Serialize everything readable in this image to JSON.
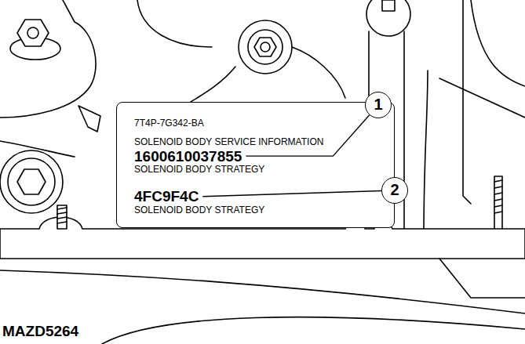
{
  "diagram": {
    "nodes": [
      {
        "text": [
          "7T4P-7G342-BA",
          "SOLENOID BODY SERVICE INFORMATION",
          "1600610037855",
          "SOLENOID BODY STRATEGY",
          "4FC9F4C",
          "SOLENOID BODY STRATEGY"
        ]
      }
    ],
    "labels": [
      "1",
      "2",
      "MAZD5264"
    ]
  }
}
